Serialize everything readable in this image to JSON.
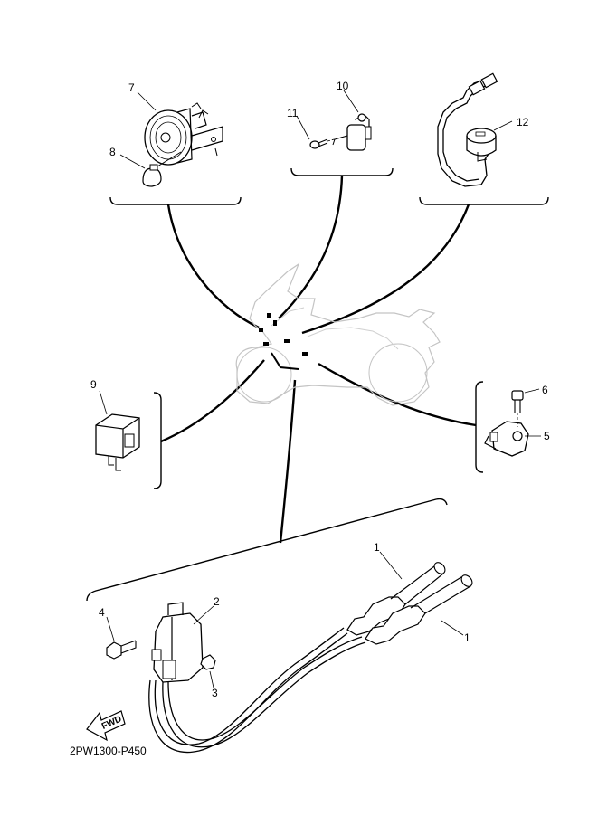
{
  "diagram": {
    "labels": {
      "p1a": "1",
      "p1b": "1",
      "p2": "2",
      "p3": "3",
      "p4": "4",
      "p5": "5",
      "p6": "6",
      "p7": "7",
      "p8": "8",
      "p9": "9",
      "p10": "10",
      "p11": "11",
      "p12": "12"
    },
    "fwd_label": "FWD",
    "drawing_code": "2PW1300-P450"
  }
}
